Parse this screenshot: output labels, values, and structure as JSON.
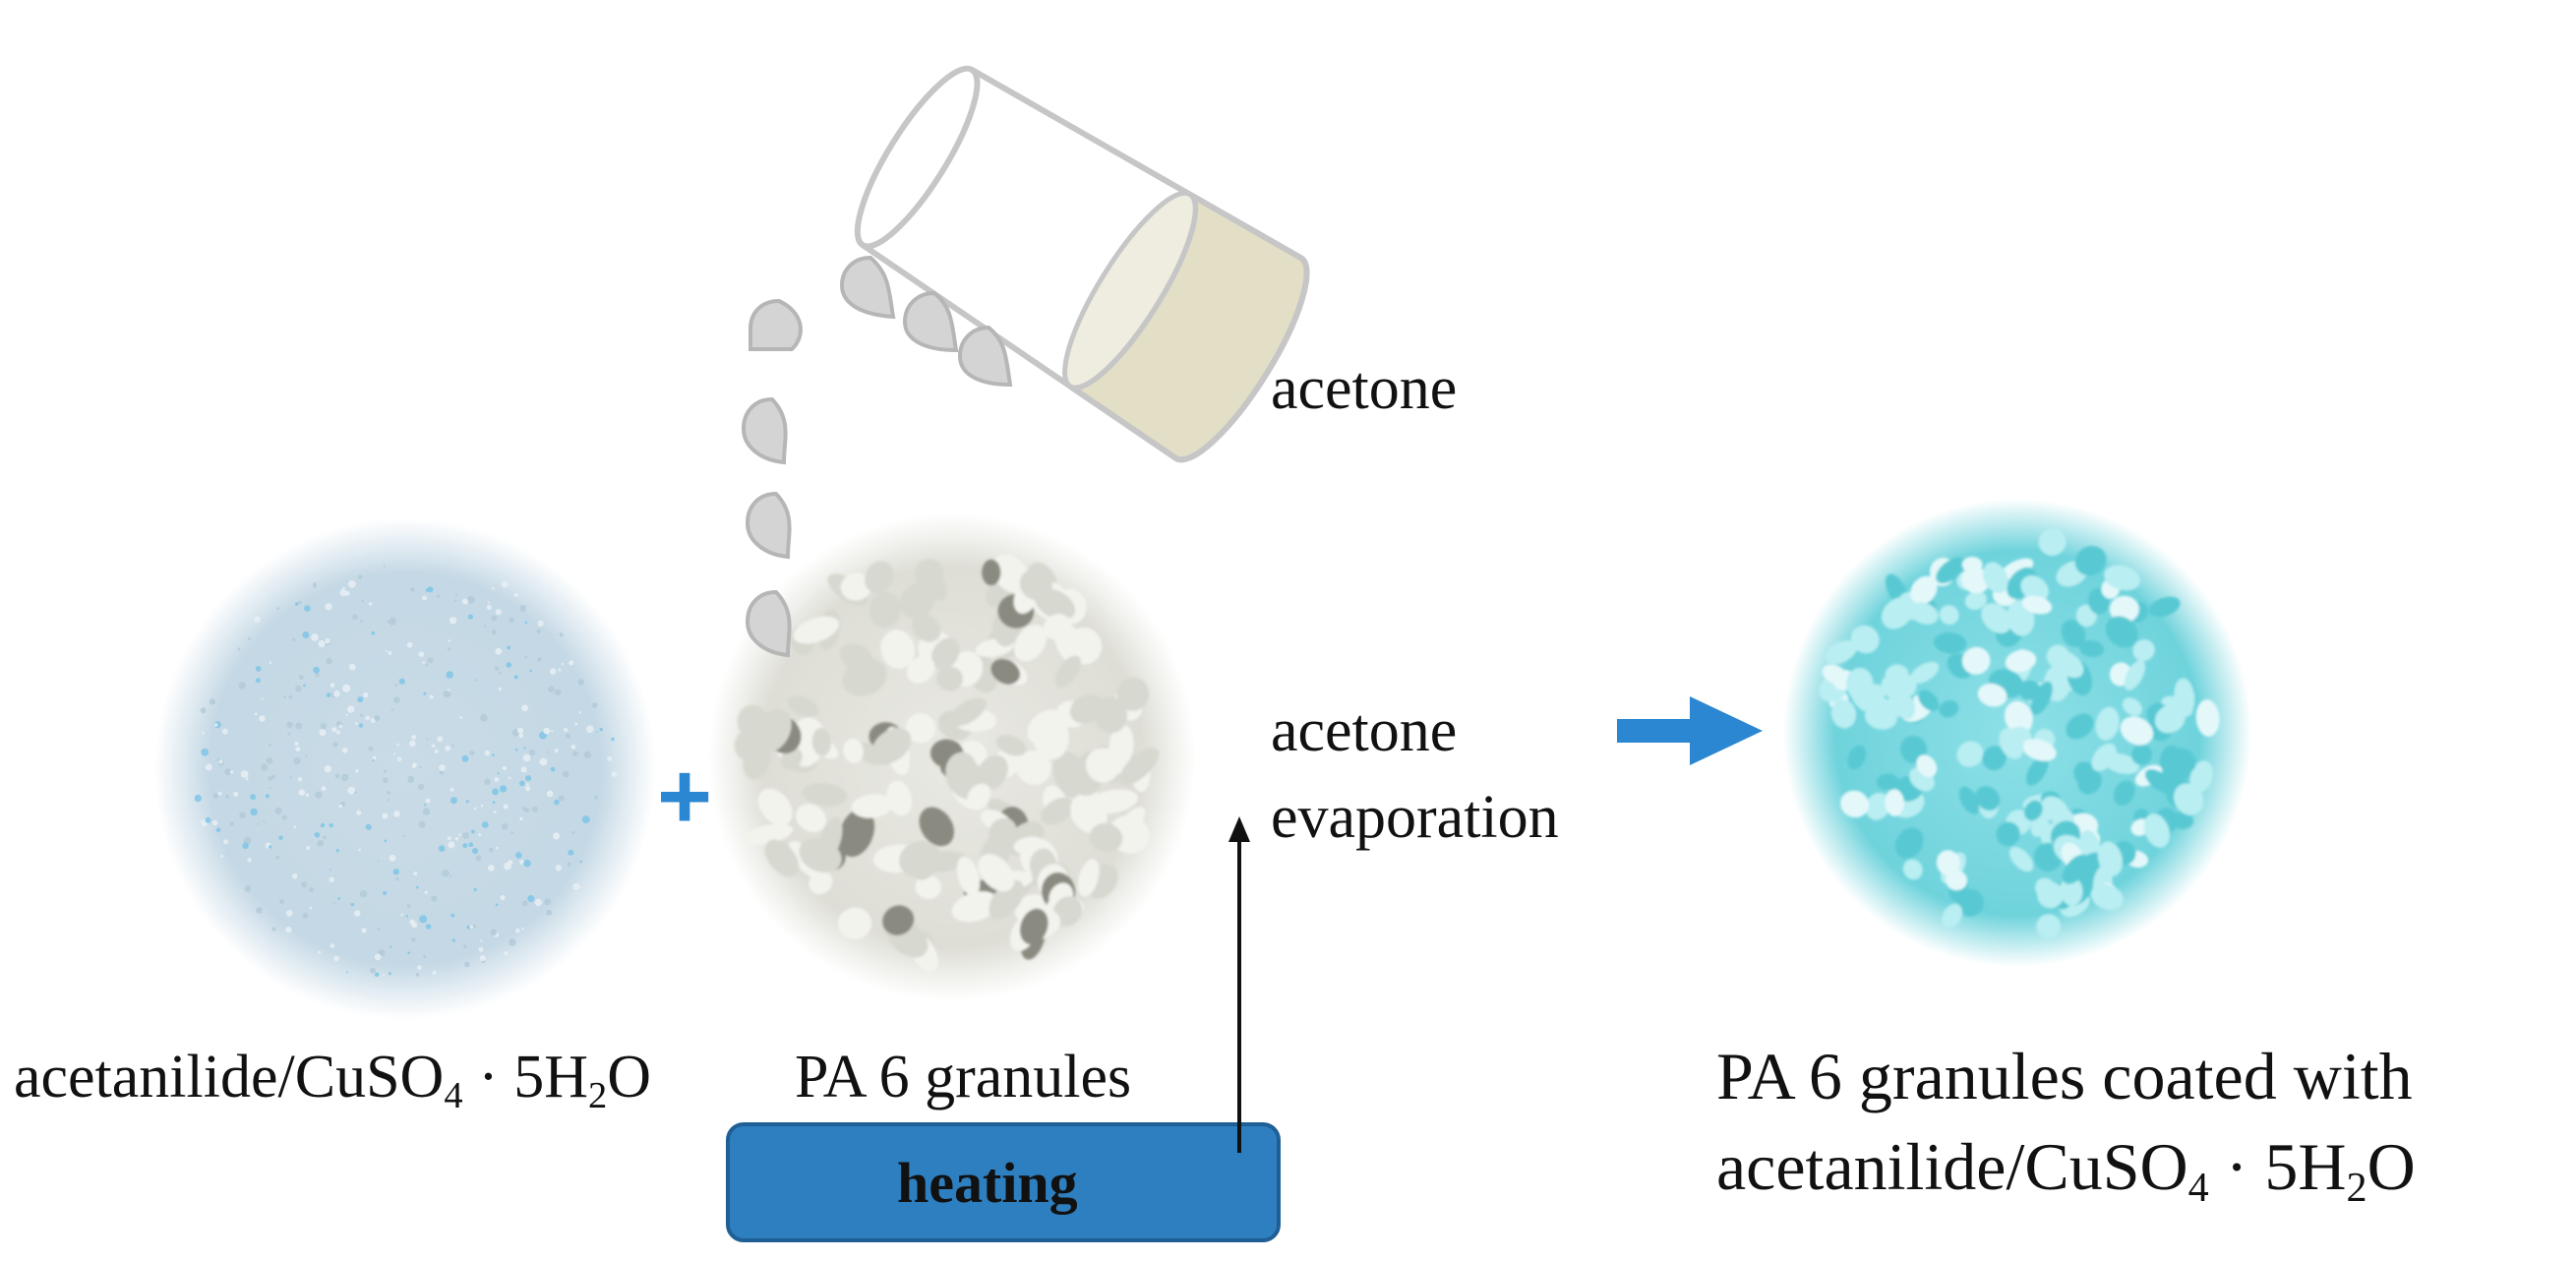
{
  "labels": {
    "acetone": "acetone",
    "evaporation_line1": "acetone",
    "evaporation_line2": "evaporation",
    "heating": "heating",
    "powder_prefix": "acetanilide/CuSO",
    "powder_sub4": "4",
    "powder_mid": " · 5H",
    "powder_sub2": "2",
    "powder_suffix": "O",
    "granules": "PA 6 granules",
    "coated_line1": "PA 6 granules coated with",
    "coated_prefix": "acetanilide/CuSO",
    "coated_sub4": "4",
    "coated_mid": " · 5H",
    "coated_sub2": "2",
    "coated_suffix": "O",
    "plus": "+"
  },
  "colors": {
    "accent_blue": "#2b87d1",
    "heater_fill": "#2e7fc0",
    "heater_stroke": "#1f5f95",
    "beaker_outline": "#c6c6c6",
    "liquid": "#e3dfc7",
    "droplet": "#d4d4d4",
    "powder": "#c9dbe6",
    "granules": "#e6e6e0",
    "coated": "#7fdbe3"
  },
  "icons": [
    "beaker-icon",
    "droplet-icon",
    "plus-icon",
    "right-arrow-icon",
    "up-arrow-icon"
  ]
}
